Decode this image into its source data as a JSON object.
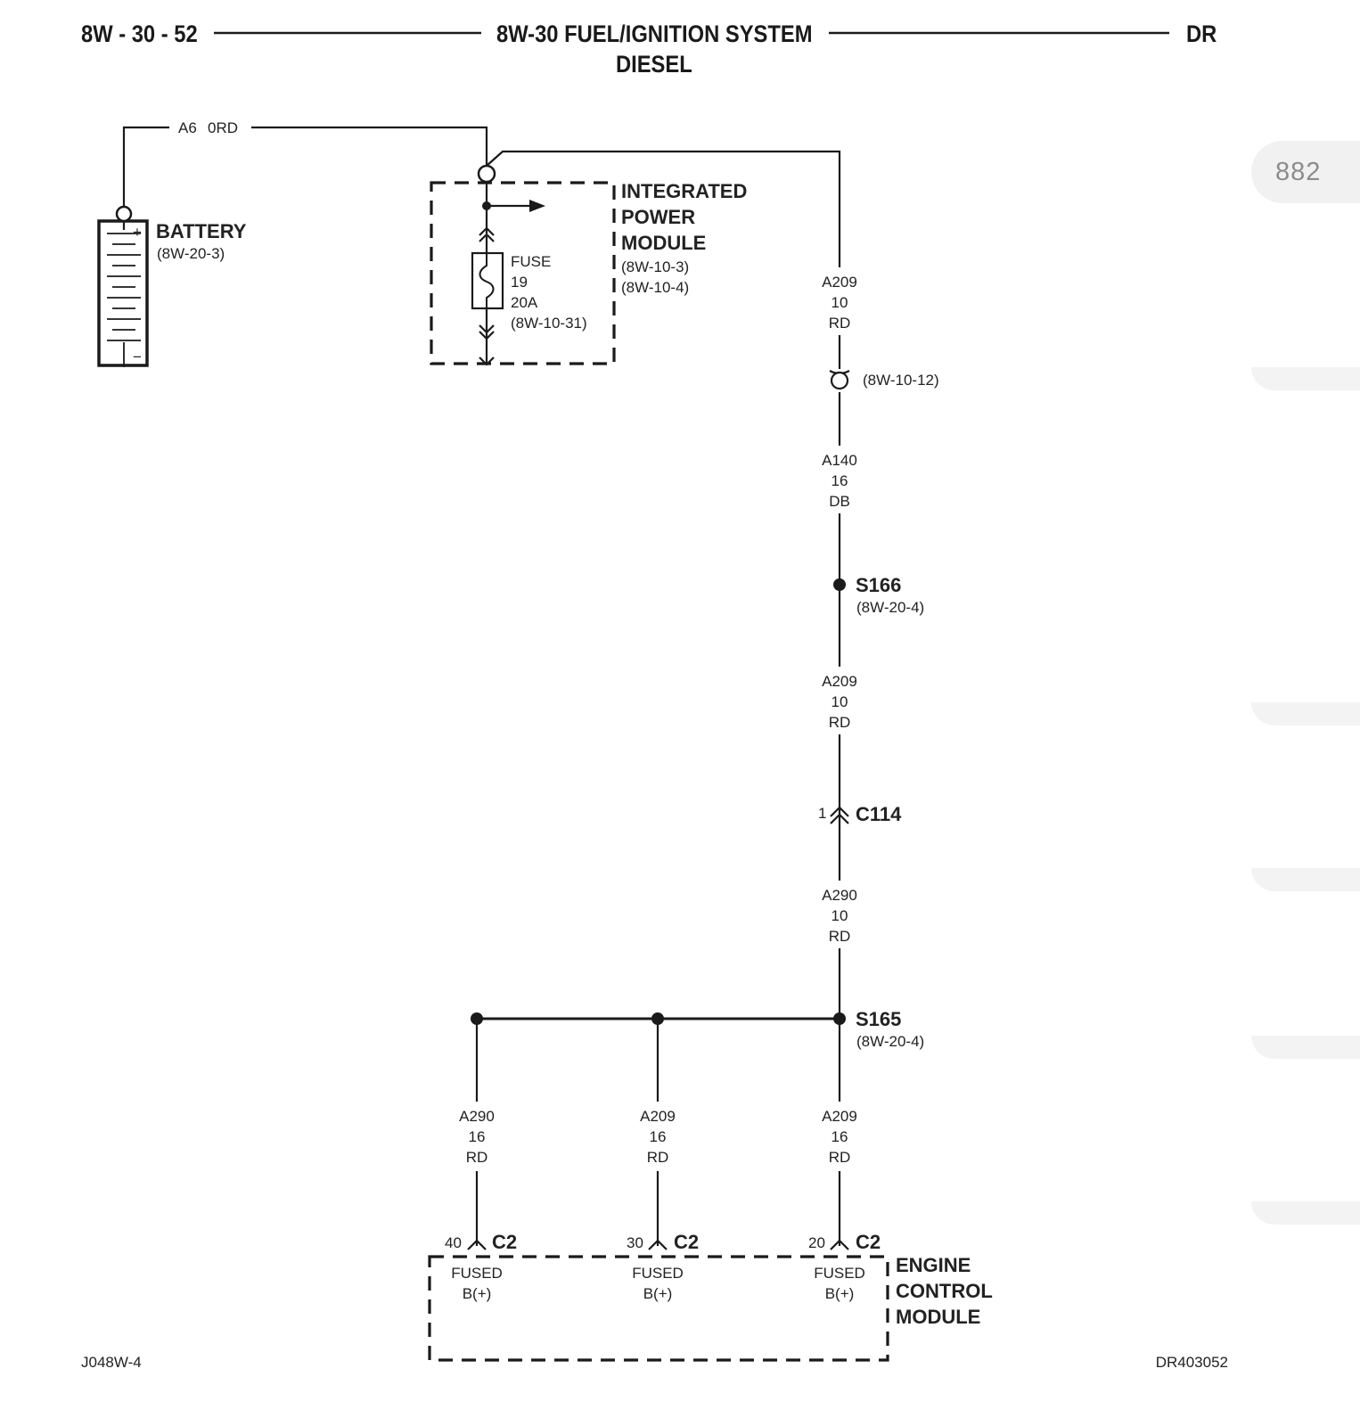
{
  "header": {
    "page_code": "8W - 30 - 52",
    "title_line1": "8W-30 FUEL/IGNITION SYSTEM",
    "title_line2": "DIESEL",
    "model": "DR"
  },
  "footer": {
    "left_code": "J048W-4",
    "right_code": "DR403052"
  },
  "page_badge": "882",
  "battery": {
    "name": "BATTERY",
    "ref": "(8W-20-3)",
    "plus": "+",
    "minus": "−",
    "wire_circuit": "A6",
    "wire_gauge_color": "0RD"
  },
  "ipm": {
    "name_line1": "INTEGRATED",
    "name_line2": "POWER",
    "name_line3": "MODULE",
    "ref1": "(8W-10-3)",
    "ref2": "(8W-10-4)",
    "fuse_label": "FUSE",
    "fuse_number": "19",
    "fuse_rating": "20A",
    "fuse_ref": "(8W-10-31)"
  },
  "main_wires": [
    {
      "circuit": "A209",
      "gauge": "10",
      "color": "RD"
    },
    {
      "circuit": "A140",
      "gauge": "16",
      "color": "DB"
    },
    {
      "circuit": "A209",
      "gauge": "10",
      "color": "RD"
    },
    {
      "circuit": "A290",
      "gauge": "10",
      "color": "RD"
    }
  ],
  "inline_ref": "(8W-10-12)",
  "splices": [
    {
      "name": "S166",
      "ref": "(8W-20-4)"
    },
    {
      "name": "S165",
      "ref": "(8W-20-4)"
    }
  ],
  "connector_c114": {
    "pin": "1",
    "name": "C114"
  },
  "branch_wires": [
    {
      "circuit": "A290",
      "gauge": "16",
      "color": "RD"
    },
    {
      "circuit": "A209",
      "gauge": "16",
      "color": "RD"
    },
    {
      "circuit": "A209",
      "gauge": "16",
      "color": "RD"
    }
  ],
  "ecm_pins": [
    {
      "pin": "40",
      "connector": "C2",
      "label_line1": "FUSED",
      "label_line2": "B(+)"
    },
    {
      "pin": "30",
      "connector": "C2",
      "label_line1": "FUSED",
      "label_line2": "B(+)"
    },
    {
      "pin": "20",
      "connector": "C2",
      "label_line1": "FUSED",
      "label_line2": "B(+)"
    }
  ],
  "ecm": {
    "name_line1": "ENGINE",
    "name_line2": "CONTROL",
    "name_line3": "MODULE"
  }
}
